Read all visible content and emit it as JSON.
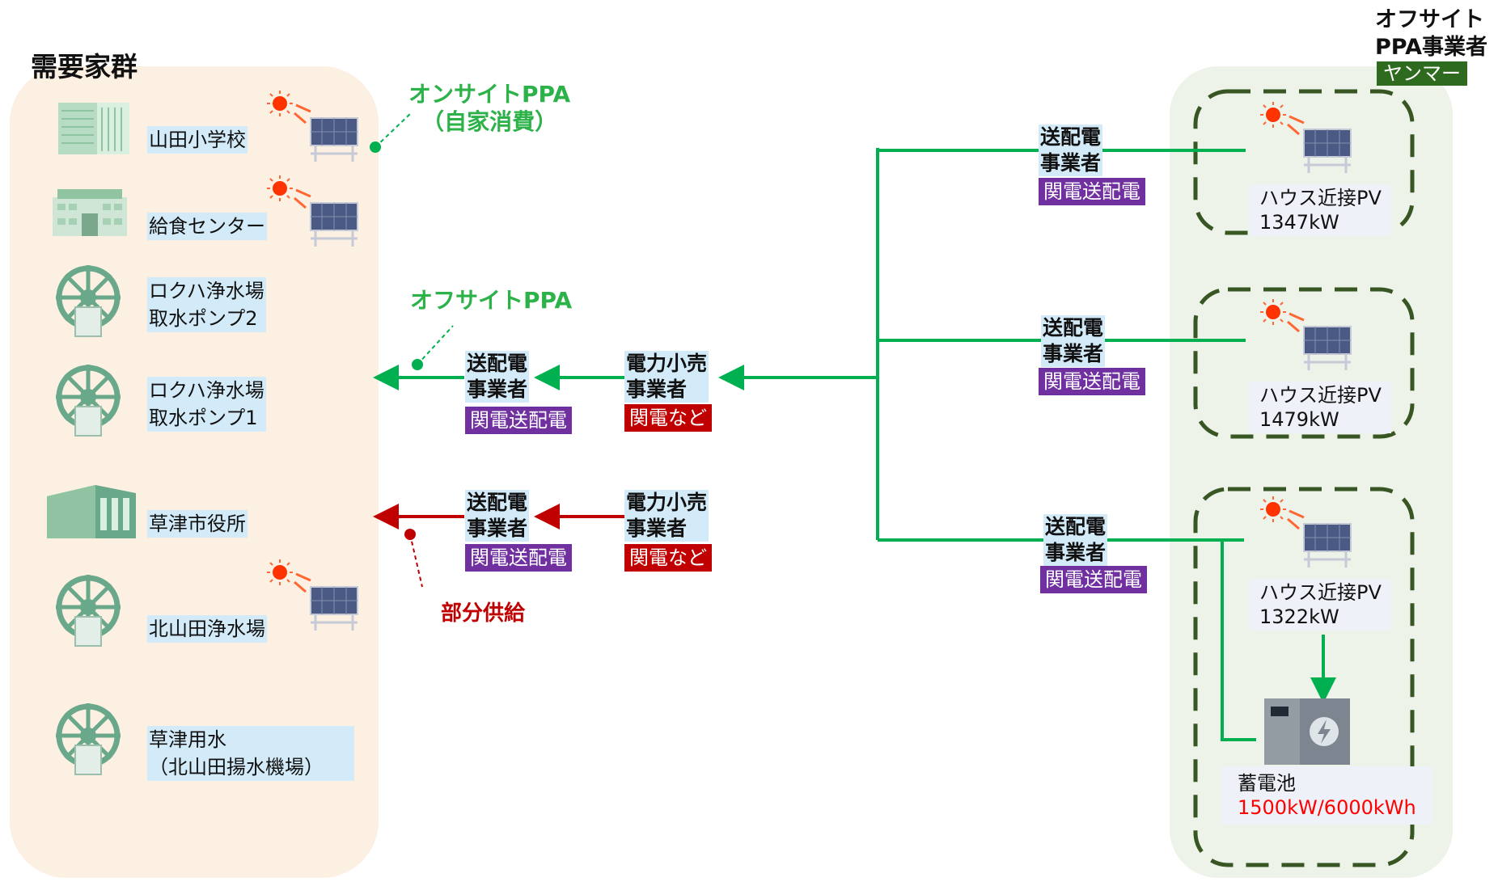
{
  "demand_group": {
    "title": "需要家群",
    "sites": [
      {
        "label": "山田小学校",
        "icon": "school-building-icon",
        "has_pv": true
      },
      {
        "label": "給食センター",
        "icon": "factory-building-icon",
        "has_pv": true
      },
      {
        "label": "ロクハ浄水場\n取水ポンプ2",
        "icon": "water-pump-wheel-icon",
        "has_pv": false
      },
      {
        "label": "ロクハ浄水場\n取水ポンプ1",
        "icon": "water-pump-wheel-icon",
        "has_pv": false
      },
      {
        "label": "草津市役所",
        "icon": "city-hall-building-icon",
        "has_pv": false
      },
      {
        "label": "北山田浄水場",
        "icon": "water-pump-wheel-icon",
        "has_pv": true
      },
      {
        "label": "草津用水\n（北山田揚水機場）",
        "icon": "water-pump-wheel-icon",
        "has_pv": false
      }
    ]
  },
  "offsite_operator": {
    "title": "オフサイト\nPPA事業者",
    "name": "ヤンマー",
    "plants": [
      {
        "label": "ハウス近接PV\n1347kW"
      },
      {
        "label": "ハウス近接PV\n1479kW"
      },
      {
        "label": "ハウス近接PV\n1322kW"
      }
    ],
    "battery": {
      "label": "蓄電池",
      "spec": "1500kW/6000kWh"
    }
  },
  "labels": {
    "onsite_ppa": "オンサイトPPA\n（自家消費）",
    "offsite_ppa": "オフサイトPPA",
    "partial_supply": "部分供給",
    "transmission": "送配電\n事業者",
    "retailer": "電力小売\n事業者",
    "kanden_td": "関電送配電",
    "kanden_etc": "関電など"
  },
  "colors": {
    "green_line": "#00b050",
    "red_line": "#c00000",
    "dashed_box": "#375623",
    "left_panel": "#fbf0e1",
    "right_panel": "#edf3e8",
    "label_bg": "#d3ebf8",
    "tag_purple": "#7030a0",
    "tag_red": "#c00000",
    "operator_tag": "#2f6b1f",
    "battery_spec": "#ff0000"
  }
}
